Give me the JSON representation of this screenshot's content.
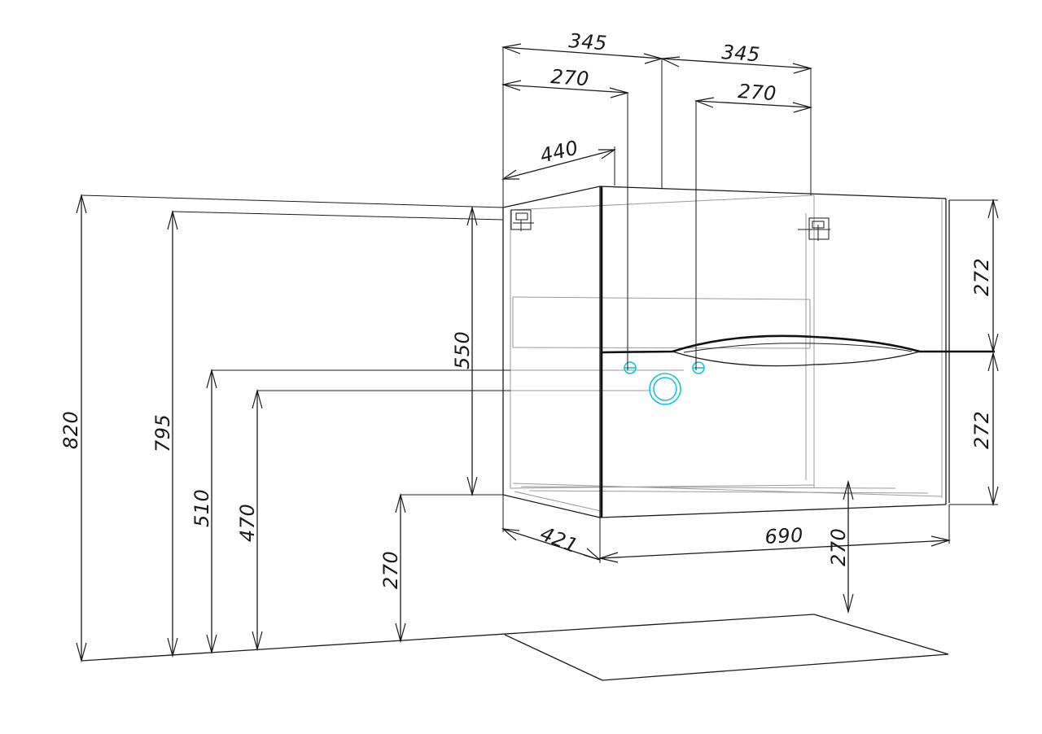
{
  "dimensions": {
    "total_height": "820",
    "top_edge_height": "795",
    "upper_drain_height": "510",
    "lower_drain_height": "470",
    "floor_clearance_left": "270",
    "floor_clearance_right": "270",
    "body_height": "550",
    "drawer_top_height": "272",
    "drawer_bottom_height": "272",
    "side_depth": "421",
    "top_depth": "440",
    "front_width": "690",
    "half_width_left": "345",
    "half_width_right": "345",
    "inner_width_left": "270",
    "inner_width_right": "270"
  },
  "colors": {
    "line": "#1a1a1a",
    "hidden_line": "#9a9a9a",
    "plumbing": "#17c3d6"
  }
}
